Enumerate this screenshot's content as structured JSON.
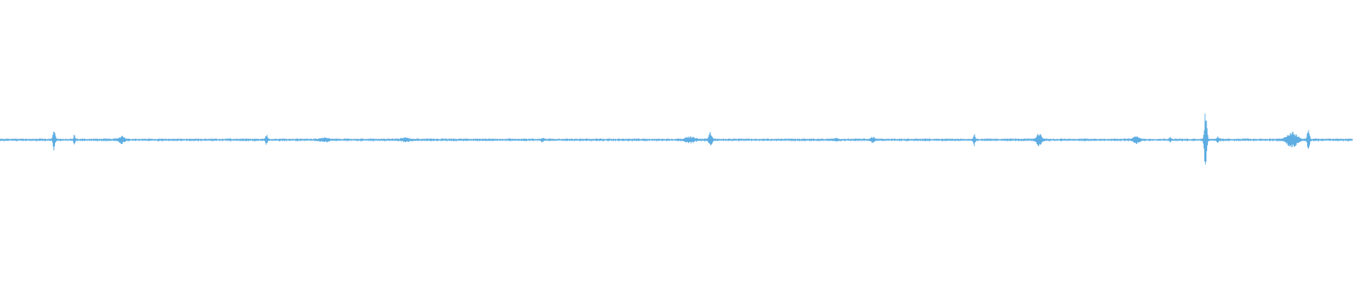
{
  "waveform": {
    "color": "#5dade2",
    "amplitude_range": [
      -1,
      1
    ],
    "duration_fraction_range": [
      0,
      1
    ],
    "bursts": [
      {
        "t": 0.04,
        "amp": 0.38,
        "spread": 0.001
      },
      {
        "t": 0.055,
        "amp": 0.18,
        "spread": 0.0007
      },
      {
        "t": 0.09,
        "amp": 0.12,
        "spread": 0.003
      },
      {
        "t": 0.197,
        "amp": 0.18,
        "spread": 0.001
      },
      {
        "t": 0.24,
        "amp": 0.06,
        "spread": 0.005
      },
      {
        "t": 0.3,
        "amp": 0.06,
        "spread": 0.005
      },
      {
        "t": 0.401,
        "amp": 0.07,
        "spread": 0.0015
      },
      {
        "t": 0.51,
        "amp": 0.1,
        "spread": 0.005
      },
      {
        "t": 0.525,
        "amp": 0.25,
        "spread": 0.0015
      },
      {
        "t": 0.618,
        "amp": 0.05,
        "spread": 0.002
      },
      {
        "t": 0.645,
        "amp": 0.1,
        "spread": 0.002
      },
      {
        "t": 0.72,
        "amp": 0.18,
        "spread": 0.001
      },
      {
        "t": 0.768,
        "amp": 0.22,
        "spread": 0.0025
      },
      {
        "t": 0.84,
        "amp": 0.12,
        "spread": 0.003
      },
      {
        "t": 0.865,
        "amp": 0.08,
        "spread": 0.001
      },
      {
        "t": 0.891,
        "amp": 1.0,
        "spread": 0.0012
      },
      {
        "t": 0.9,
        "amp": 0.12,
        "spread": 0.001
      },
      {
        "t": 0.955,
        "amp": 0.25,
        "spread": 0.005
      },
      {
        "t": 0.967,
        "amp": 0.4,
        "spread": 0.001
      }
    ],
    "noise_floor": 0.02
  }
}
